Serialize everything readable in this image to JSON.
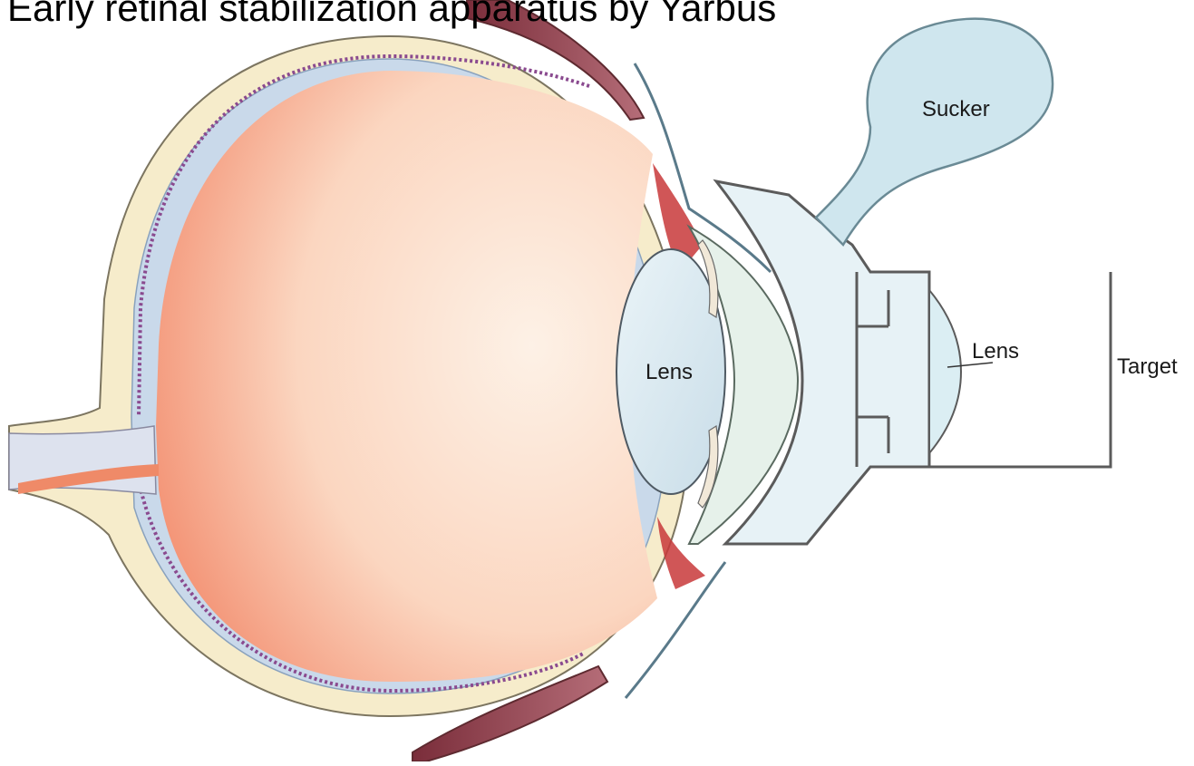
{
  "title": "Early retinal stabilization apparatus by Yarbus",
  "labels": {
    "sucker": "Sucker",
    "eye_lens": "Lens",
    "device_lens": "Lens",
    "target": "Target"
  },
  "colors": {
    "sclera": "#f6eccb",
    "choroid": "#c9d9ea",
    "retina_dots": "#8a4a8f",
    "vitreous_dark": "#f08a6a",
    "vitreous_light": "#fde9dc",
    "lens": "#dcebf2",
    "apparatus": "#e7f2f6",
    "apparatus_stroke": "#5b5b5b",
    "muscle": "#8c3e4a",
    "ciliary_red": "#c8383a",
    "background": "#ffffff"
  }
}
